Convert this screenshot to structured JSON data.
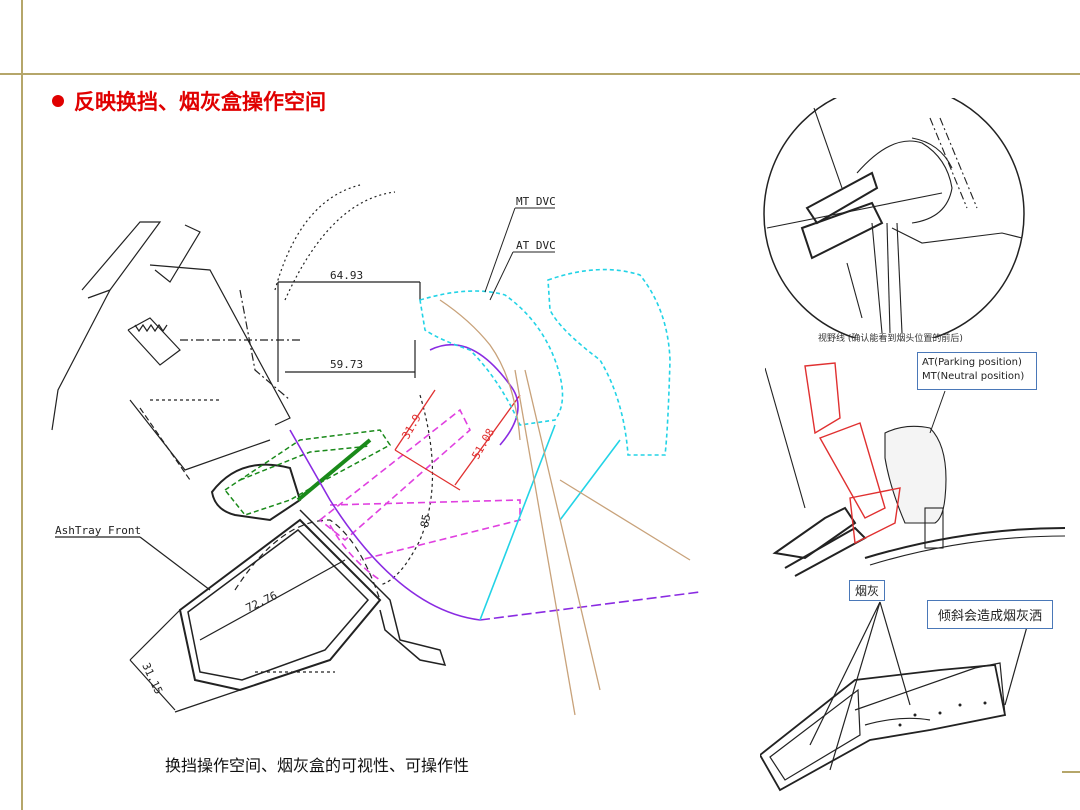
{
  "title": "反映换挡、烟灰盒操作空间",
  "caption": "换挡操作空间、烟灰盒的可视性、可操作性",
  "main_drawing": {
    "labels": {
      "mt_dvc": "MT DVC",
      "at_dvc": "AT DVC",
      "ashtray_front": "AshTray Front"
    },
    "dimensions": {
      "dim_64": "64.93",
      "dim_59": "59.73",
      "dim_31_9": "31.9",
      "dim_51": "51.08",
      "dim_85": "85",
      "dim_72": "72.76",
      "dim_31_15": "31.15"
    }
  },
  "detail_circle": {
    "sight_line_label": "视野线 (确认能看到烟头位置的前后)"
  },
  "position_box": {
    "line1": "AT(Parking position)",
    "line2": "MT(Neutral position)"
  },
  "ash_section": {
    "ash_label": "烟灰",
    "tilt_note": "倾斜会造成烟灰洒"
  },
  "colors": {
    "title_red": "#e00000",
    "frame": "#b5a66a",
    "cyan": "#22d3e6",
    "purple": "#8a2be2",
    "magenta": "#e040e0",
    "green": "#1a8a1a",
    "tan": "#c8a27a",
    "red_part": "#e03030",
    "box_border": "#4a78b8"
  }
}
